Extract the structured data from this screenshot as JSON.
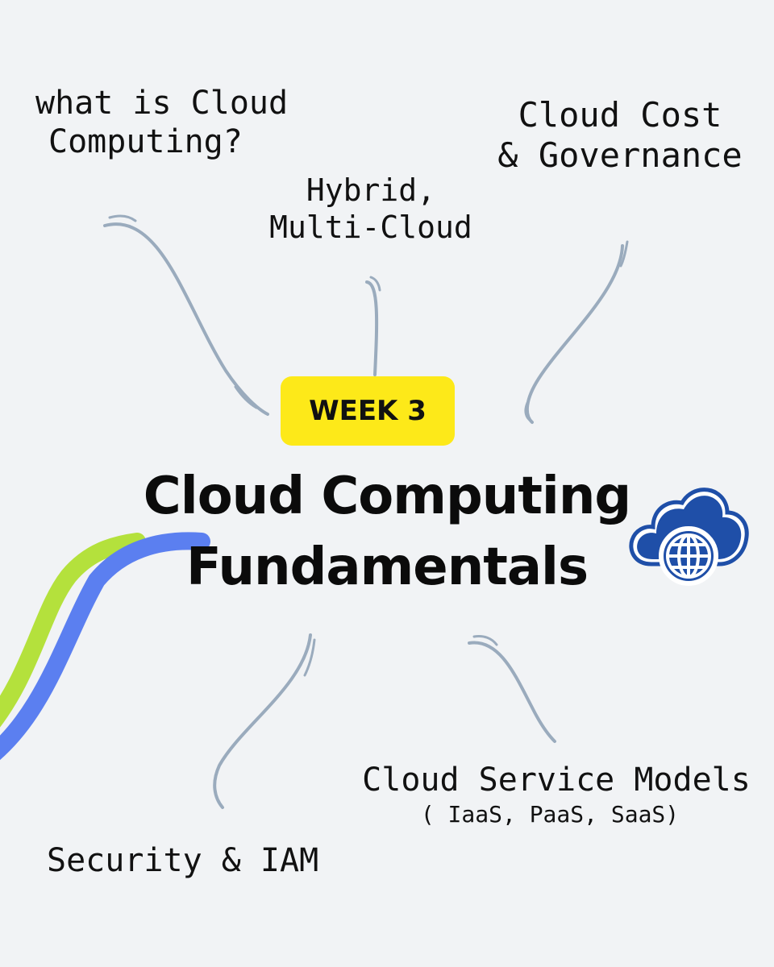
{
  "badge": {
    "label": "WEEK 3"
  },
  "title": {
    "line1": "Cloud Computing",
    "line2": "Fundamentals"
  },
  "topics": {
    "what_is": {
      "line1": "what is Cloud",
      "line2": "Computing?"
    },
    "hybrid": {
      "line1": "Hybrid,",
      "line2": "Multi-Cloud"
    },
    "cost": {
      "line1": "Cloud Cost",
      "line2": "& Governance"
    },
    "service_models": {
      "line1": "Cloud Service Models",
      "line2": "( IaaS, PaaS, SaaS)"
    },
    "security": {
      "label": "Security & IAM"
    }
  },
  "icons": {
    "center": "cloud-globe-icon"
  },
  "colors": {
    "background": "#f1f3f5",
    "badge": "#fde919",
    "connector": "#9aabbd",
    "icon": "#1f4fa8",
    "swoosh_green": "#b4e13c",
    "swoosh_blue": "#5b7ff0"
  }
}
